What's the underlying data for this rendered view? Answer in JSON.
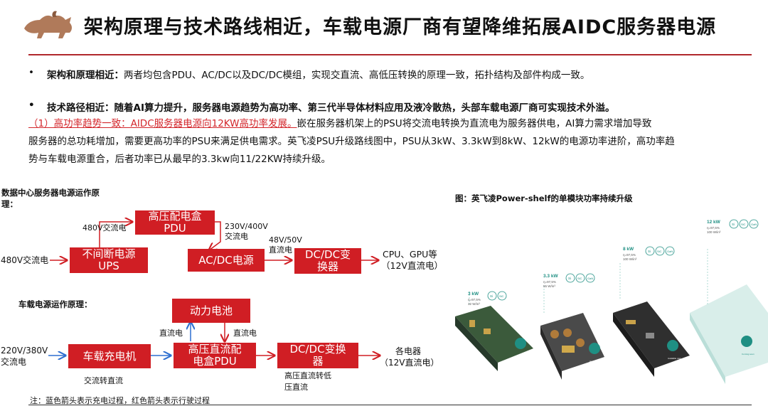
{
  "header": {
    "title": "架构原理与技术路线相近，车载电源厂商有望降维拓展AIDC服务器电源"
  },
  "bullets": {
    "b1_label": "架构和原理相近：",
    "b1_text": "两者均包含PDU、AC/DC以及DC/DC模组，实现交直流、高低压转换的原理一致，拓扑结构及部件构成一致。",
    "b2_text": "技术路径相近：随着AI算力提升，服务器电源趋势为高功率、第三代半导体材料应用及液冷散热，头部车载电源厂商可实现技术外溢。",
    "p1_red": "（1）高功率趋势一致：AIDC服务器电源向12KW高功率发展。",
    "p1_rest": "嵌在服务器机架上的PSU将交流电转换为直流电为服务器供电，AI算力需求增加导致",
    "p2": "服务器的总功耗增加，需要更高功率的PSU来满足供电需求。英飞凌PSU升级路线图中，PSU从3kW、3.3kW到8kW、12kW的电源功率进阶，高功率趋",
    "p3": "势与车载电源重合，后者功率已从最早的3.3kw向11/22KW持续升级。",
    "bullet_mark": "•"
  },
  "dc_diagram": {
    "caption_line1": "数据中心服务器电源运作原",
    "caption_line2": "理：",
    "input": "480V交流电",
    "ups": "不间断电源\nUPS",
    "pdu": "高压配电盒\nPDU",
    "acdc": "AC/DC电源",
    "dcdc": "DC/DC变\n换器",
    "label_480": "480V交流电",
    "label_230_1": "230V/400V",
    "label_230_2": "交流电",
    "label_48_1": "48V/50V",
    "label_48_2": "直流电",
    "output_1": "CPU、GPU等",
    "output_2": "（12V直流电）"
  },
  "ev_diagram": {
    "caption": "车载电源运作原理：",
    "battery": "动力电池",
    "charger": "车载充电机",
    "hv_pdu": "高压直流配\n电盒PDU",
    "dcdc": "DC/DC变换\n器",
    "input_1": "220V/380V",
    "input_2": "交流电",
    "dc_left": "直流电",
    "dc_right": "直流电",
    "ac_to_dc": "交流转直流",
    "hv_lv_1": "高压直流转低",
    "hv_lv_2": "压直流",
    "output_1": "各电器",
    "output_2": "（12V直流电）",
    "note": "注：蓝色箭头表示充电过程，红色箭头表示行驶过程"
  },
  "product_figure": {
    "caption": "图：英飞凌Power-shelf的单模块功率持续升级",
    "m1_power": "3 kW",
    "m1_eff": "η=97,5%",
    "m1_density": "32 W/in³",
    "m2_power": "3.3 kW",
    "m2_eff": "η=97,5%",
    "m2_density": "55 W/in³",
    "m3_power": "8 kW",
    "m3_eff": "η=97,5%",
    "m3_density": "100 W/in³",
    "m4_power": "12 kW",
    "m4_eff": "η=97,5%",
    "m4_density": "100 W/in³",
    "chip_si": "Si",
    "chip_sic": "SiC",
    "chip_gan": "GaN",
    "badge_available": "Available now",
    "badge_coming": "Coming soon"
  },
  "colors": {
    "accent_red": "#d01e24",
    "arrow_blue": "#2e6fd0",
    "rule_red": "#b0272d",
    "teal": "#1f8f83"
  }
}
